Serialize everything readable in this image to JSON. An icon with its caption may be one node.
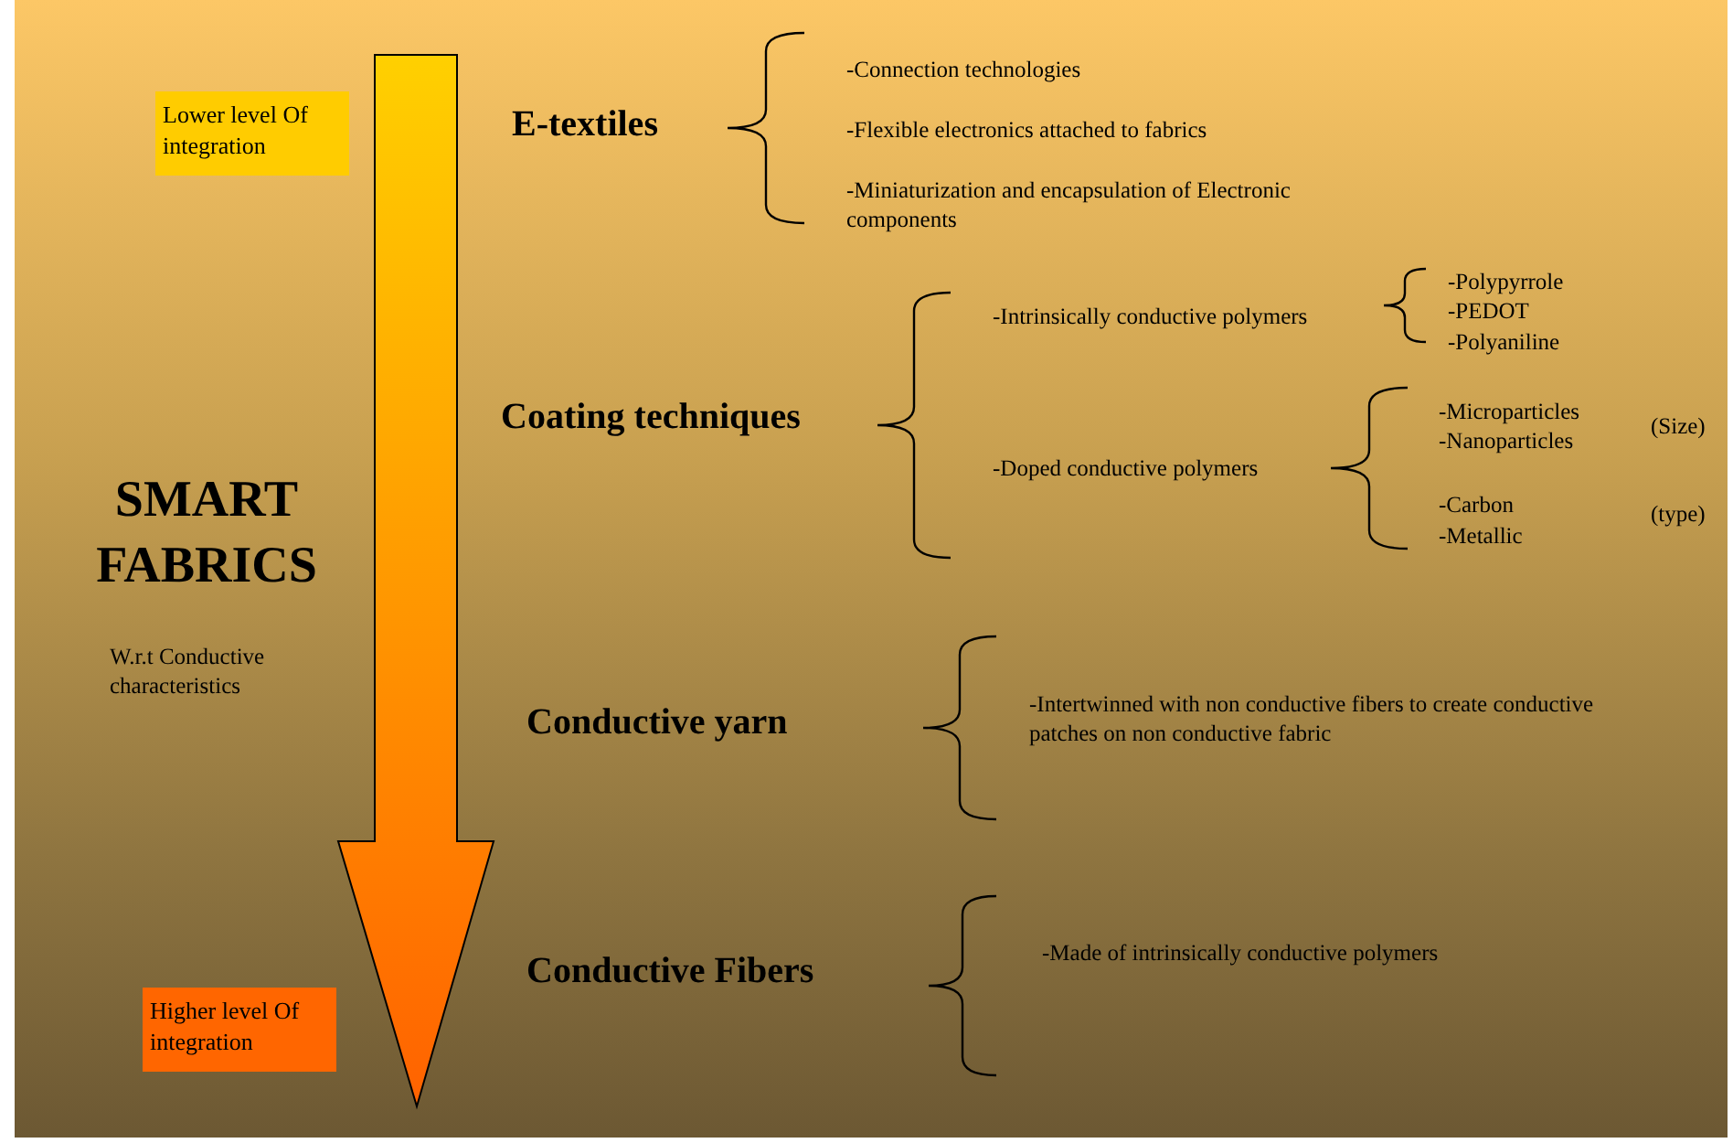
{
  "diagram": {
    "title": "SMART FABRICS",
    "nodes": [
      {
        "text": [
          "Lower level Of integration"
        ]
      },
      {
        "text": [
          "Higher level Of integration"
        ]
      }
    ],
    "labels": [
      "E-textiles",
      "-Connection technologies",
      "-Flexible electronics attached to fabrics",
      "-Miniaturization and encapsulation  of Electronic components",
      "Coating techniques",
      "-Intrinsically conductive polymers",
      "-Polypyrrole",
      "-PEDOT",
      "-Polyaniline",
      "-Doped conductive polymers",
      "-Microparticles",
      "-Nanoparticles",
      "(Size)",
      "-Carbon",
      "-Metallic",
      "(type)",
      "Conductive yarn",
      "-Intertwinned with non conductive fibers to create conductive patches on non conductive fabric",
      "Conductive Fibers",
      "-Made of intrinsically conductive polymers",
      "W.r.t Conductive characteristics"
    ]
  }
}
